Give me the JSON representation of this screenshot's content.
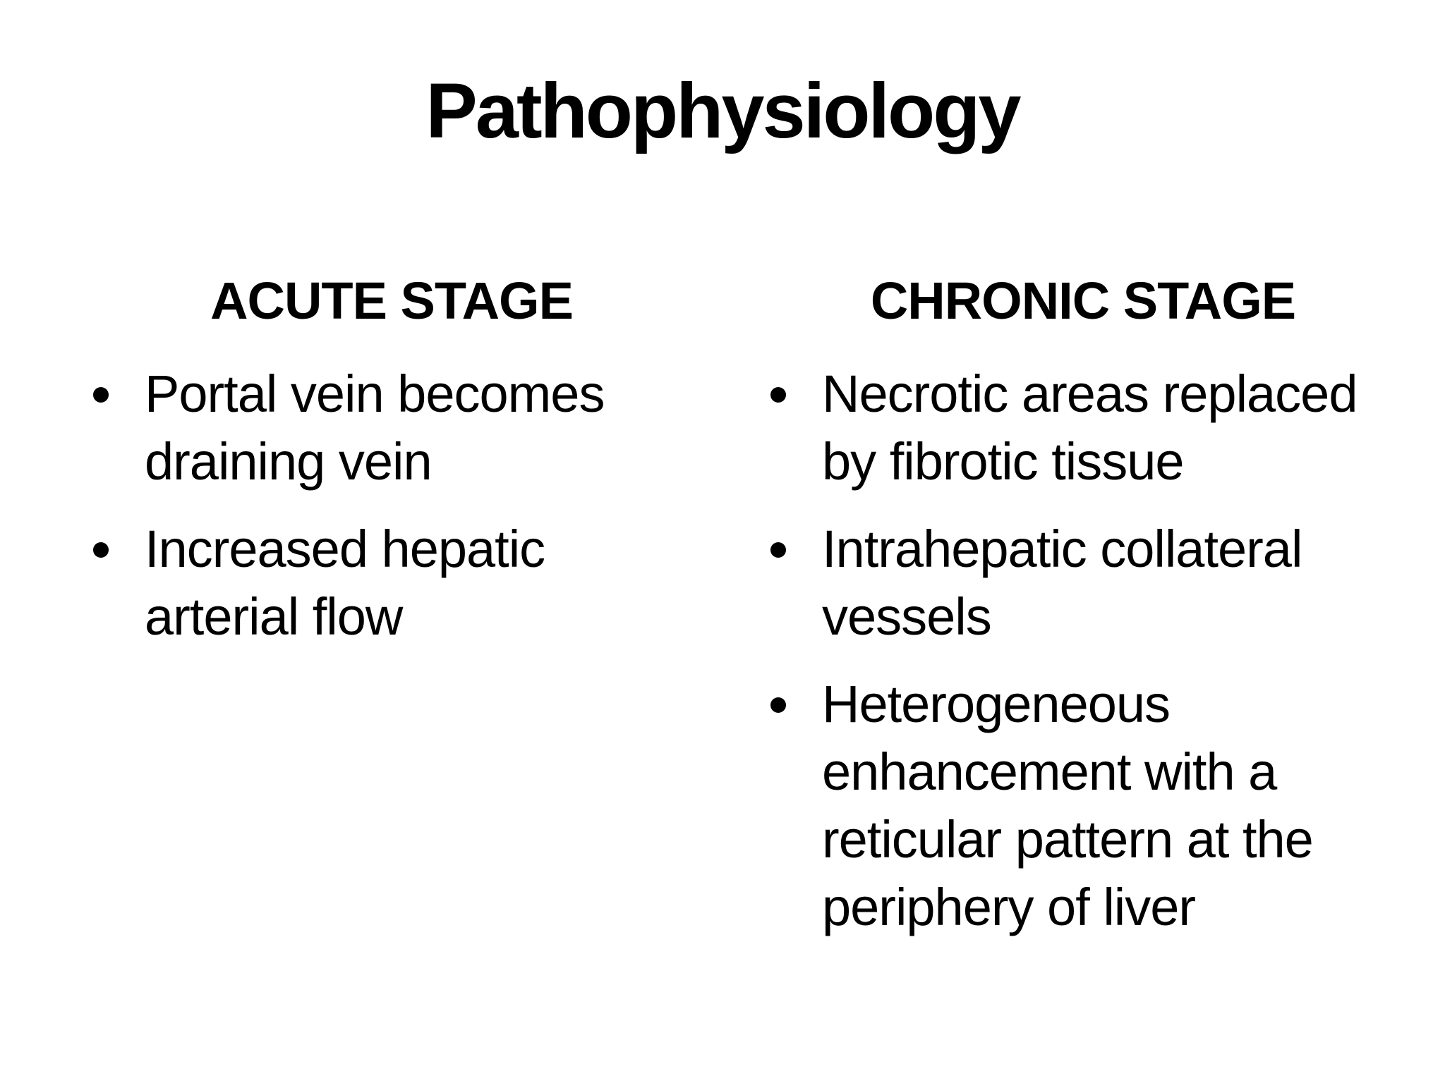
{
  "slide": {
    "title": "Pathophysiology",
    "background_color": "#ffffff",
    "text_color": "#000000",
    "columns": [
      {
        "id": "acute",
        "header": "ACUTE STAGE",
        "bullets": [
          [
            "Portal vein becomes",
            "draining vein"
          ],
          [
            "Increased hepatic",
            "arterial flow"
          ]
        ]
      },
      {
        "id": "chronic",
        "header": "CHRONIC STAGE",
        "bullets": [
          [
            "Necrotic areas replaced",
            "by fibrotic tissue"
          ],
          [
            "Intrahepatic collateral",
            "vessels"
          ],
          [
            "Heterogeneous",
            "enhancement with a",
            "reticular pattern at the",
            "periphery of liver"
          ]
        ]
      }
    ]
  }
}
